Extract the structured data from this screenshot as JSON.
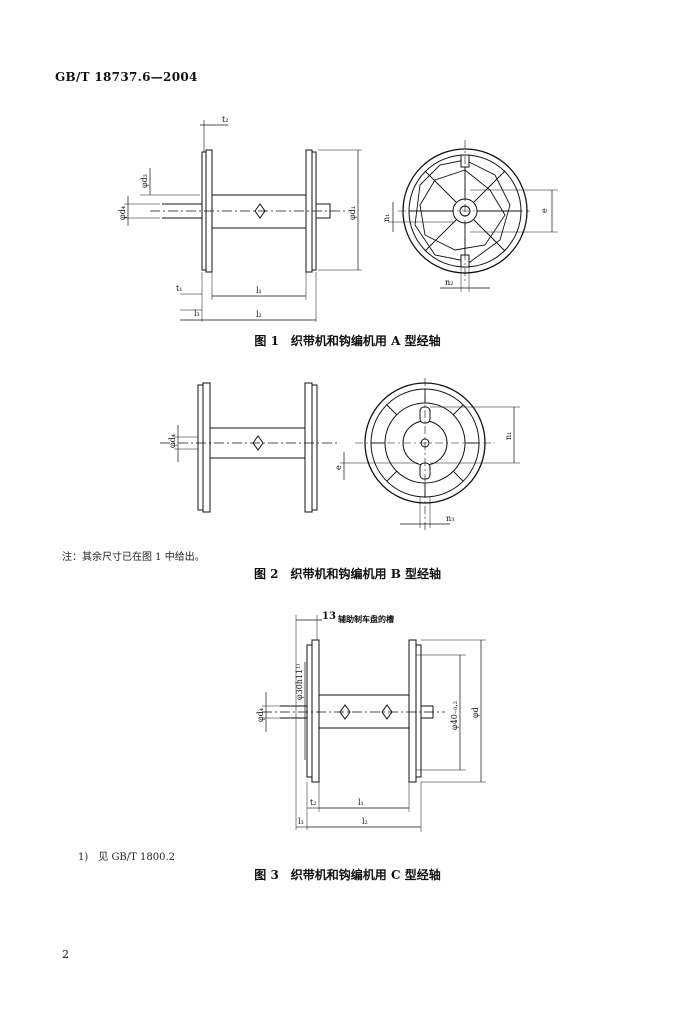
{
  "header": {
    "standard": "GB/T 18737.6—2004"
  },
  "figure1": {
    "caption": "图 1　织带机和钩编机用 A 型经轴",
    "labels": {
      "t2": "t₂",
      "d3": "φd₃",
      "d4": "φd₄",
      "d1": "φd₁",
      "t1": "t₁",
      "l1": "l₁",
      "l3": "l₃",
      "l2": "l₂",
      "e": "e",
      "n1": "n₁",
      "n2": "n₂"
    }
  },
  "figure2": {
    "caption": "图 2　织带机和钩编机用 B 型经轴",
    "labels": {
      "d4": "φd₄",
      "n1": "n₁",
      "e": "e",
      "n3": "n₃"
    },
    "note": "注：其余尺寸已在图 1 中给出。"
  },
  "figure3": {
    "caption": "图 3　织带机和钩编机用 C 型经轴",
    "labels": {
      "thirteen": "13",
      "groove": "辅助制车盘的槽",
      "d30": "φ30h11¹⁾",
      "d4": "φd₄",
      "d40": "φ40₋₀.₂",
      "df": "φd",
      "t2": "t₂",
      "l1": "l₁",
      "l3": "l₃",
      "l2": "l₂"
    },
    "footnote": "1)　见 GB/T 1800.2"
  },
  "page_number": "2"
}
